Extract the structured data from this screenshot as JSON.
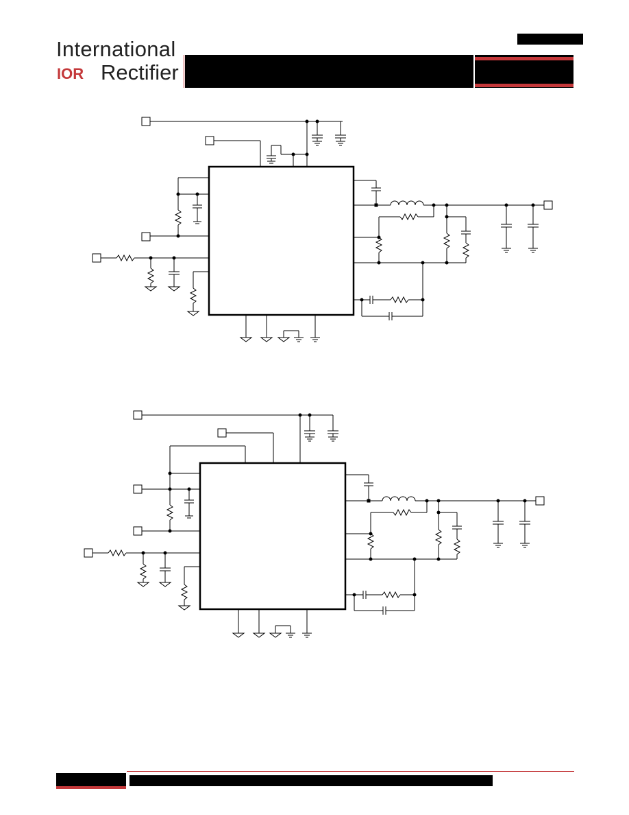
{
  "header": {
    "logo_line1": "International",
    "logo_line2": "Rectifier",
    "logo_mark_text": "IOR"
  },
  "colors": {
    "brand_red": "#c4383a",
    "ink": "#000000"
  }
}
